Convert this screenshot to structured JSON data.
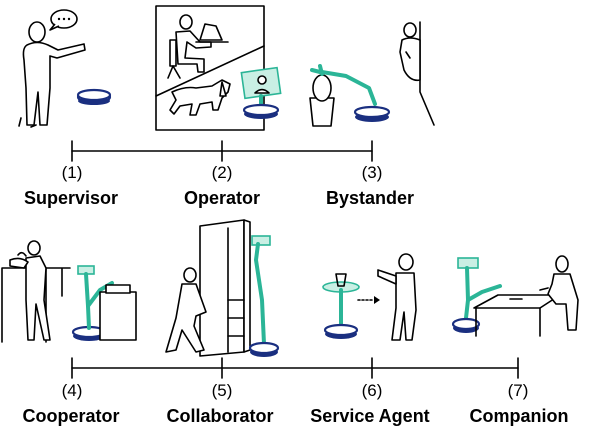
{
  "roles_top": [
    {
      "number": "(1)",
      "name": "Supervisor"
    },
    {
      "number": "(2)",
      "name": "Operator"
    },
    {
      "number": "(3)",
      "name": "Bystander"
    }
  ],
  "roles_bottom": [
    {
      "number": "(4)",
      "name": "Cooperator"
    },
    {
      "number": "(5)",
      "name": "Collaborator"
    },
    {
      "number": "(6)",
      "name": "Service Agent"
    },
    {
      "number": "(7)",
      "name": "Companion"
    }
  ],
  "colors": {
    "robot_green": "#2bb597",
    "robot_navy": "#1a2f80",
    "line": "#000000"
  },
  "icons": [
    "supervisor-person-icon",
    "speech-bubble-icon",
    "vacuum-robot-icon",
    "person-at-laptop-icon",
    "dog-icon",
    "telepresence-robot-icon",
    "robot-arm-egg-icon",
    "peeking-person-icon",
    "cooking-person-icon",
    "kneeling-person-icon",
    "cabinet-icon",
    "serving-robot-icon",
    "person-receiving-icon",
    "seated-person-icon"
  ]
}
